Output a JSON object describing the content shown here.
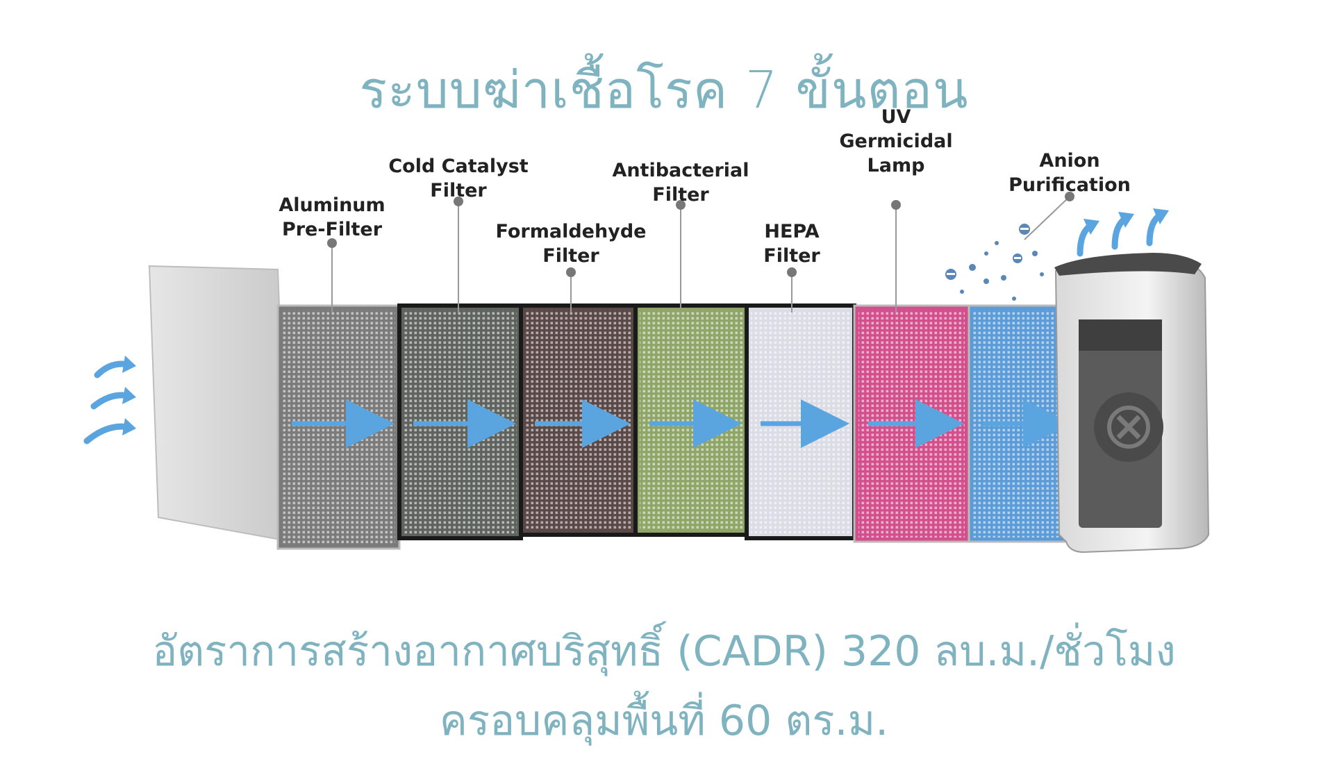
{
  "title": "ระบบฆ่าเชื้อโรค 7 ขั้นตอน",
  "subtitle_line1": "อัตราการสร้างอากาศบริสุทธิ์ (CADR) 320 ลบ.ม./ชั่วโมง",
  "subtitle_line2": "ครอบคลุมพื้นที่ 60 ตร.ม.",
  "filters": [
    {
      "line1": "Aluminum",
      "line2": "Pre-Filter",
      "color": "#7a7a7a"
    },
    {
      "line1": "Cold Catalyst",
      "line2": "Filter",
      "color": "#5e635d"
    },
    {
      "line1": "Formaldehyde",
      "line2": "Filter",
      "color": "#5a4848"
    },
    {
      "line1": "Antibacterial",
      "line2": "Filter",
      "color": "#8fa567"
    },
    {
      "line1": "HEPA",
      "line2": "Filter",
      "color": "#dcdce6"
    },
    {
      "line1": "UV",
      "line2": "Germicidal",
      "line3": "Lamp",
      "color": "#d24f8b"
    },
    {
      "line1": "Anion",
      "line2": "Purification",
      "color": "#5b9bd8"
    }
  ],
  "arrow_color": "#5aa5e0"
}
